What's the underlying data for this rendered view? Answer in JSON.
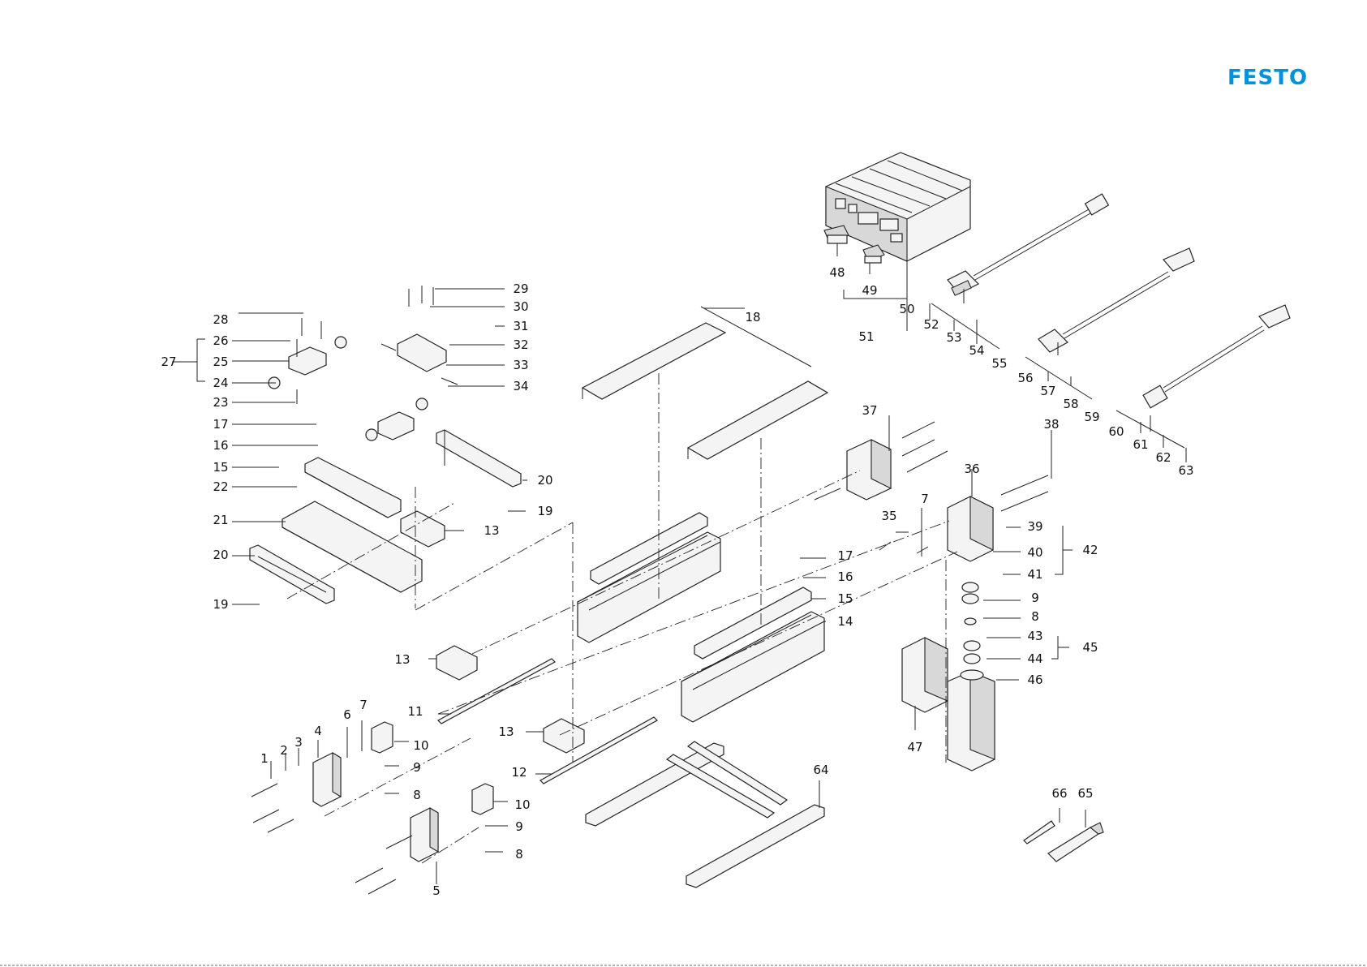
{
  "brand": {
    "name": "FESTO",
    "color": "#0091dc"
  },
  "callouts": [
    {
      "id": "c1",
      "text": "1"
    },
    {
      "id": "c2",
      "text": "2"
    },
    {
      "id": "c3",
      "text": "3"
    },
    {
      "id": "c4",
      "text": "4"
    },
    {
      "id": "c5",
      "text": "5"
    },
    {
      "id": "c6",
      "text": "6"
    },
    {
      "id": "c7a",
      "text": "7"
    },
    {
      "id": "c7b",
      "text": "7"
    },
    {
      "id": "c8a",
      "text": "8"
    },
    {
      "id": "c8b",
      "text": "8"
    },
    {
      "id": "c8c",
      "text": "8"
    },
    {
      "id": "c9a",
      "text": "9"
    },
    {
      "id": "c9b",
      "text": "9"
    },
    {
      "id": "c9c",
      "text": "9"
    },
    {
      "id": "c10a",
      "text": "10"
    },
    {
      "id": "c10b",
      "text": "10"
    },
    {
      "id": "c11",
      "text": "11"
    },
    {
      "id": "c12",
      "text": "12"
    },
    {
      "id": "c13a",
      "text": "13"
    },
    {
      "id": "c13b",
      "text": "13"
    },
    {
      "id": "c13c",
      "text": "13"
    },
    {
      "id": "c14",
      "text": "14"
    },
    {
      "id": "c15a",
      "text": "15"
    },
    {
      "id": "c15b",
      "text": "15"
    },
    {
      "id": "c16a",
      "text": "16"
    },
    {
      "id": "c16b",
      "text": "16"
    },
    {
      "id": "c17a",
      "text": "17"
    },
    {
      "id": "c17b",
      "text": "17"
    },
    {
      "id": "c18",
      "text": "18"
    },
    {
      "id": "c19a",
      "text": "19"
    },
    {
      "id": "c19b",
      "text": "19"
    },
    {
      "id": "c20a",
      "text": "20"
    },
    {
      "id": "c20b",
      "text": "20"
    },
    {
      "id": "c21",
      "text": "21"
    },
    {
      "id": "c22",
      "text": "22"
    },
    {
      "id": "c23",
      "text": "23"
    },
    {
      "id": "c24",
      "text": "24"
    },
    {
      "id": "c25",
      "text": "25"
    },
    {
      "id": "c26",
      "text": "26"
    },
    {
      "id": "c27",
      "text": "27"
    },
    {
      "id": "c28",
      "text": "28"
    },
    {
      "id": "c29",
      "text": "29"
    },
    {
      "id": "c30",
      "text": "30"
    },
    {
      "id": "c31",
      "text": "31"
    },
    {
      "id": "c32",
      "text": "32"
    },
    {
      "id": "c33",
      "text": "33"
    },
    {
      "id": "c34",
      "text": "34"
    },
    {
      "id": "c35",
      "text": "35"
    },
    {
      "id": "c36",
      "text": "36"
    },
    {
      "id": "c37",
      "text": "37"
    },
    {
      "id": "c38",
      "text": "38"
    },
    {
      "id": "c39",
      "text": "39"
    },
    {
      "id": "c40",
      "text": "40"
    },
    {
      "id": "c41",
      "text": "41"
    },
    {
      "id": "c42",
      "text": "42"
    },
    {
      "id": "c43",
      "text": "43"
    },
    {
      "id": "c44",
      "text": "44"
    },
    {
      "id": "c45",
      "text": "45"
    },
    {
      "id": "c46",
      "text": "46"
    },
    {
      "id": "c47",
      "text": "47"
    },
    {
      "id": "c48",
      "text": "48"
    },
    {
      "id": "c49",
      "text": "49"
    },
    {
      "id": "c50",
      "text": "50"
    },
    {
      "id": "c51",
      "text": "51"
    },
    {
      "id": "c52",
      "text": "52"
    },
    {
      "id": "c53",
      "text": "53"
    },
    {
      "id": "c54",
      "text": "54"
    },
    {
      "id": "c55",
      "text": "55"
    },
    {
      "id": "c56",
      "text": "56"
    },
    {
      "id": "c57",
      "text": "57"
    },
    {
      "id": "c58",
      "text": "58"
    },
    {
      "id": "c59",
      "text": "59"
    },
    {
      "id": "c60",
      "text": "60"
    },
    {
      "id": "c61",
      "text": "61"
    },
    {
      "id": "c62",
      "text": "62"
    },
    {
      "id": "c63",
      "text": "63"
    },
    {
      "id": "c64",
      "text": "64"
    },
    {
      "id": "c65",
      "text": "65"
    },
    {
      "id": "c66",
      "text": "66"
    }
  ]
}
